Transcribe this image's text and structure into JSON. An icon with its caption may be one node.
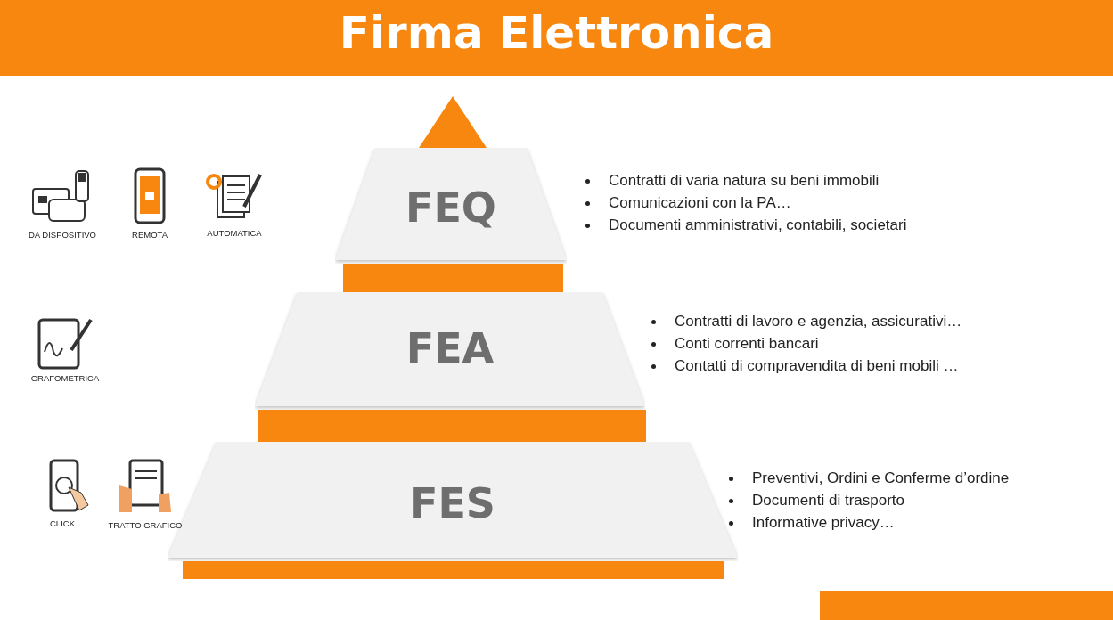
{
  "diagram": {
    "title": "Firma Elettronica",
    "nodes": [
      {
        "text": [],
        "shape": "triangle"
      },
      {
        "text": [
          "FEQ"
        ],
        "beside": [
          "Contratti di varia natura su beni immobili",
          "Comunicazioni con la PA…",
          "Documenti amministrativi, contabili, societari"
        ]
      },
      {
        "text": [],
        "shape": "bar"
      },
      {
        "text": [
          "FEA"
        ],
        "beside": [
          "Contratti di lavoro e agenzia, assicurativi…",
          "Conti correnti bancari",
          "Contatti di compravendita di beni mobili …"
        ]
      },
      {
        "text": [],
        "shape": "bar"
      },
      {
        "text": [
          "FES"
        ],
        "beside": [
          "Preventivi, Ordini e Conferme d’ordine",
          "Documenti di trasporto",
          "Informative privacy…"
        ]
      },
      {
        "text": [],
        "shape": "bar"
      }
    ],
    "labels": [
      "DA DISPOSITIVO",
      "REMOTA",
      "AUTOMATICA",
      "GRAFOMETRICA",
      "CLICK",
      "TRATTO GRAFICO"
    ]
  }
}
